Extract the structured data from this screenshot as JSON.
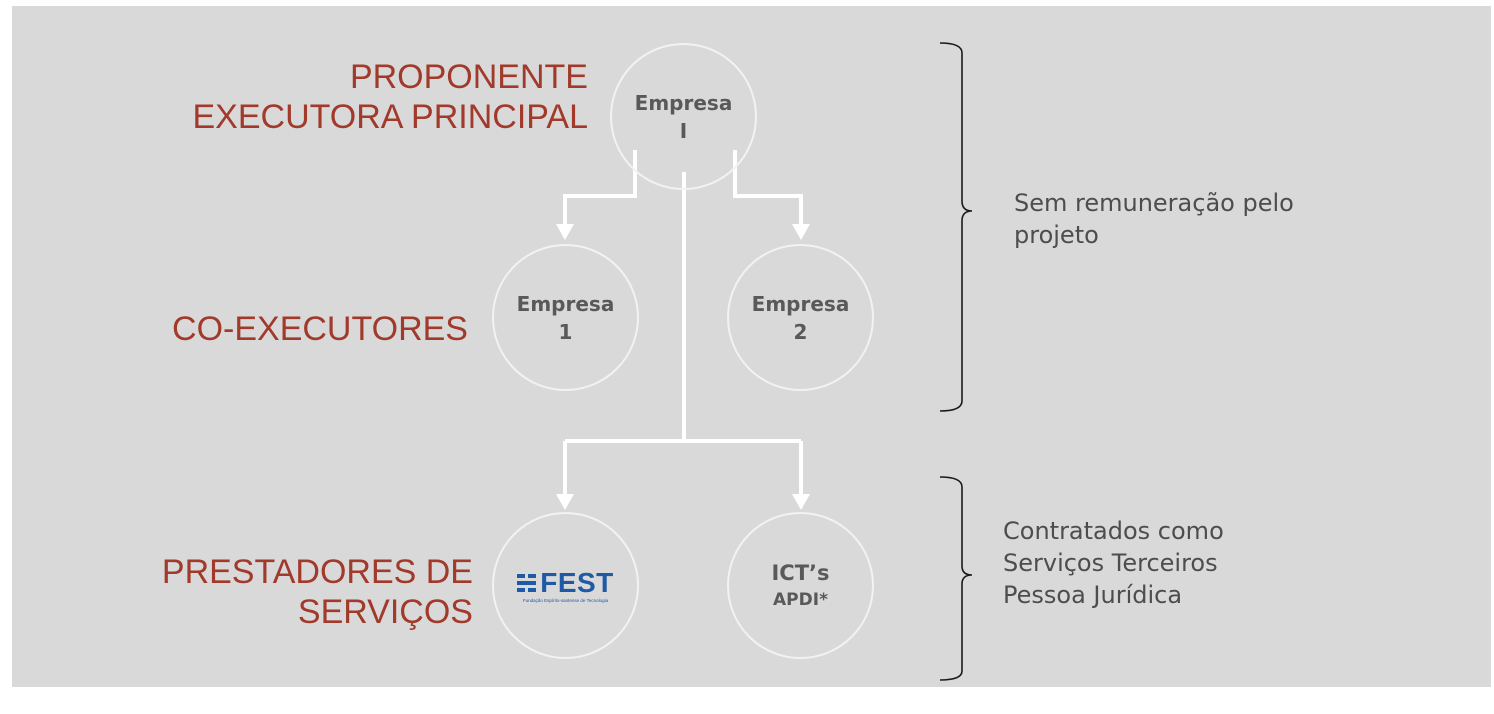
{
  "roles": {
    "proponent": [
      "PROPONENTE",
      "EXECUTORA PRINCIPAL"
    ],
    "coexecutors": [
      "CO-EXECUTORES"
    ],
    "providers": [
      "PRESTADORES DE",
      "SERVIÇOS"
    ]
  },
  "nodes": {
    "main": [
      "Empresa",
      "I"
    ],
    "co1": [
      "Empresa",
      "1"
    ],
    "co2": [
      "Empresa",
      "2"
    ],
    "fest": {
      "name": "FEST",
      "subtitle": "Fundação Espírito-santense de Tecnologia"
    },
    "ict": [
      "ICT’s",
      "APDI*"
    ]
  },
  "notes": {
    "unpaid": [
      "Sem remuneração pelo",
      "projeto"
    ],
    "contracted": [
      "Contratados como",
      "Serviços Terceiros",
      "Pessoa Jurídica"
    ]
  },
  "colors": {
    "background": "#d9d9d9",
    "role_text": "#a13a2b",
    "node_text": "#595959",
    "connector": "#ffffff",
    "brand": "#1f5aa6"
  }
}
